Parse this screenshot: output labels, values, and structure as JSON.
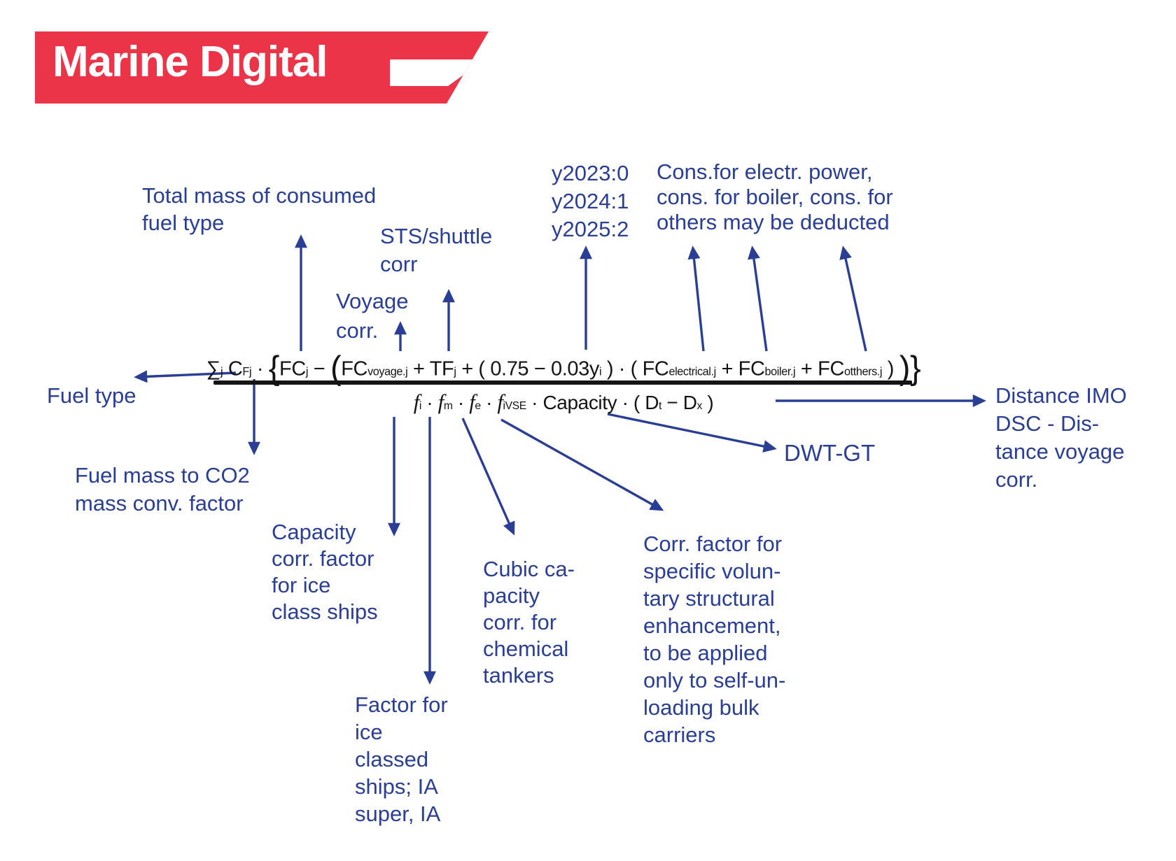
{
  "logo": {
    "text": "Marine Digital"
  },
  "colors": {
    "background": "#ffffff",
    "logo_red": "#ec3448",
    "logo_text": "#ffffff",
    "annotation_blue": "#2a3e94",
    "formula_black": "#141414"
  },
  "formula": {
    "numerator": [
      {
        "k": "m",
        "t": "∑"
      },
      {
        "k": "s",
        "t": "j"
      },
      {
        "k": "m",
        "t": " C"
      },
      {
        "k": "s",
        "t": "Fj"
      },
      {
        "k": "m",
        "t": " · "
      },
      {
        "k": "b",
        "t": "{"
      },
      {
        "k": "m",
        "t": "FC"
      },
      {
        "k": "s",
        "t": "j"
      },
      {
        "k": "m",
        "t": " − "
      },
      {
        "k": "b",
        "t": "("
      },
      {
        "k": "m",
        "t": "FC"
      },
      {
        "k": "s",
        "t": "voyage.j"
      },
      {
        "k": "m",
        "t": " + TF"
      },
      {
        "k": "s",
        "t": "j"
      },
      {
        "k": "m",
        "t": " + ( 0.75 − 0.03y"
      },
      {
        "k": "s",
        "t": "i"
      },
      {
        "k": "m",
        "t": " ) · ( FC"
      },
      {
        "k": "s",
        "t": "electrical.j"
      },
      {
        "k": "m",
        "t": " + FC"
      },
      {
        "k": "s",
        "t": "boiler.j"
      },
      {
        "k": "m",
        "t": " + FC"
      },
      {
        "k": "s",
        "t": "otthers.j"
      },
      {
        "k": "m",
        "t": " ) "
      },
      {
        "k": "b",
        "t": ")"
      },
      {
        "k": "b",
        "t": "}"
      }
    ],
    "denominator": [
      {
        "k": "f",
        "t": "f"
      },
      {
        "k": "s",
        "t": "i"
      },
      {
        "k": "m",
        "t": " · "
      },
      {
        "k": "f",
        "t": "f"
      },
      {
        "k": "s",
        "t": "m"
      },
      {
        "k": "m",
        "t": " · "
      },
      {
        "k": "f",
        "t": "f"
      },
      {
        "k": "s",
        "t": "e"
      },
      {
        "k": "m",
        "t": " · "
      },
      {
        "k": "f",
        "t": "f"
      },
      {
        "k": "s",
        "t": "iVSE"
      },
      {
        "k": "m",
        "t": " · Capacity · ( D"
      },
      {
        "k": "s",
        "t": "t"
      },
      {
        "k": "m",
        "t": " − D"
      },
      {
        "k": "s",
        "t": "x"
      },
      {
        "k": "m",
        "t": " )"
      }
    ]
  },
  "annotations": {
    "total_mass": [
      "Total mass of consumed",
      "fuel type"
    ],
    "voyage": [
      "Voyage",
      "corr."
    ],
    "sts": [
      "STS/shuttle",
      "corr"
    ],
    "y_factors": [
      "y2023:0",
      "y2024:1",
      "y2025:2"
    ],
    "cons_deduct": [
      "Cons.for electr. power,",
      "cons. for boiler, cons. for",
      "others may be deducted"
    ],
    "fuel_type": [
      "Fuel type"
    ],
    "fuel_mass": [
      "Fuel mass to CO2",
      "mass conv. factor"
    ],
    "capacity_corr": [
      "Capacity",
      "corr. factor",
      "for ice",
      "class ships"
    ],
    "factor_ice": [
      "Factor for",
      "ice",
      "classed",
      "ships; IA",
      "super, IA"
    ],
    "cubic_capacity": [
      "Cubic ca-",
      "pacity",
      "corr. for",
      "chemical",
      "tankers"
    ],
    "voluntary": [
      "Corr. factor for",
      "specific volun-",
      "tary structural",
      "enhancement,",
      "to be applied",
      "only to self-un-",
      "loading bulk",
      "carriers"
    ],
    "dwt_gt": [
      "DWT-GT"
    ],
    "distance": [
      "Distance IMO",
      "DSC - Dis-",
      "tance voyage",
      "corr."
    ]
  }
}
